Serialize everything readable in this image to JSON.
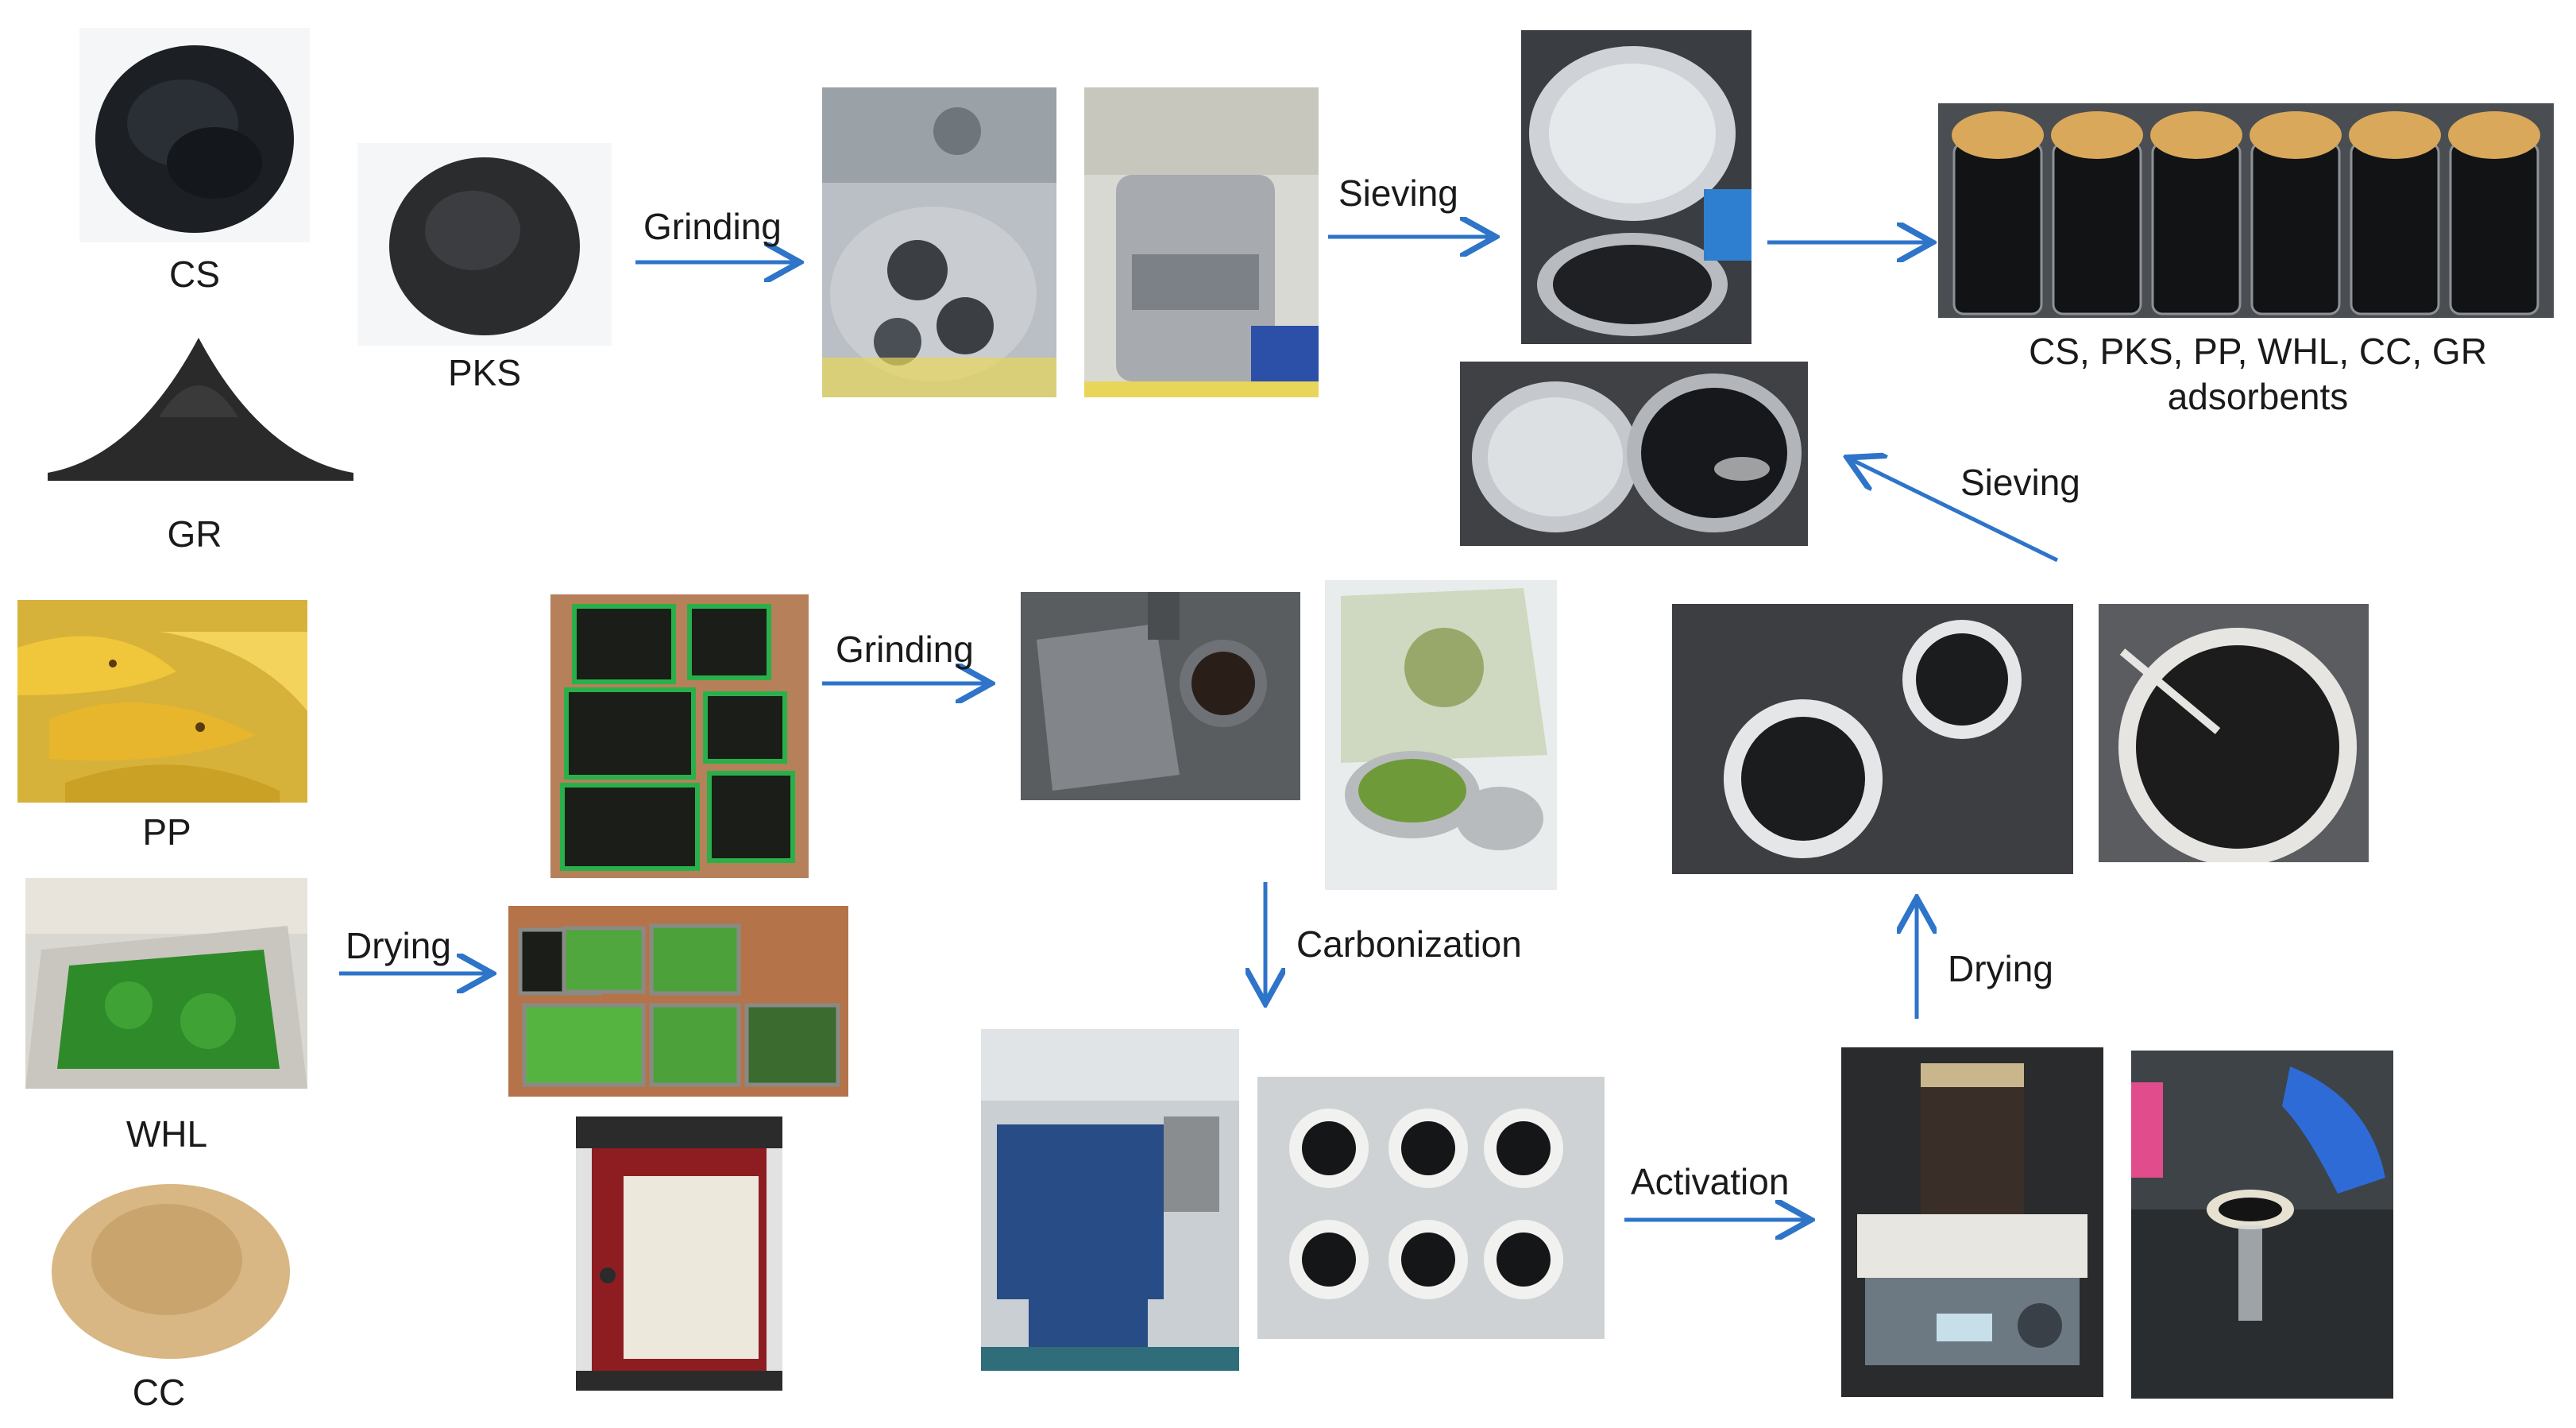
{
  "labels": {
    "cs": "CS",
    "gr": "GR",
    "pks": "PKS",
    "pp": "PP",
    "whl": "WHL",
    "cc": "CC",
    "adsorbents_line1": "CS, PKS, PP, WHL, CC, GR",
    "adsorbents_line2": "adsorbents"
  },
  "steps": {
    "grinding_top": "Grinding",
    "sieving_top": "Sieving",
    "sieving_right": "Sieving",
    "grinding_mid": "Grinding",
    "drying_left": "Drying",
    "carbonization": "Carbonization",
    "activation": "Activation",
    "drying_right": "Drying"
  },
  "colors": {
    "arrow": "#2e74c9"
  }
}
